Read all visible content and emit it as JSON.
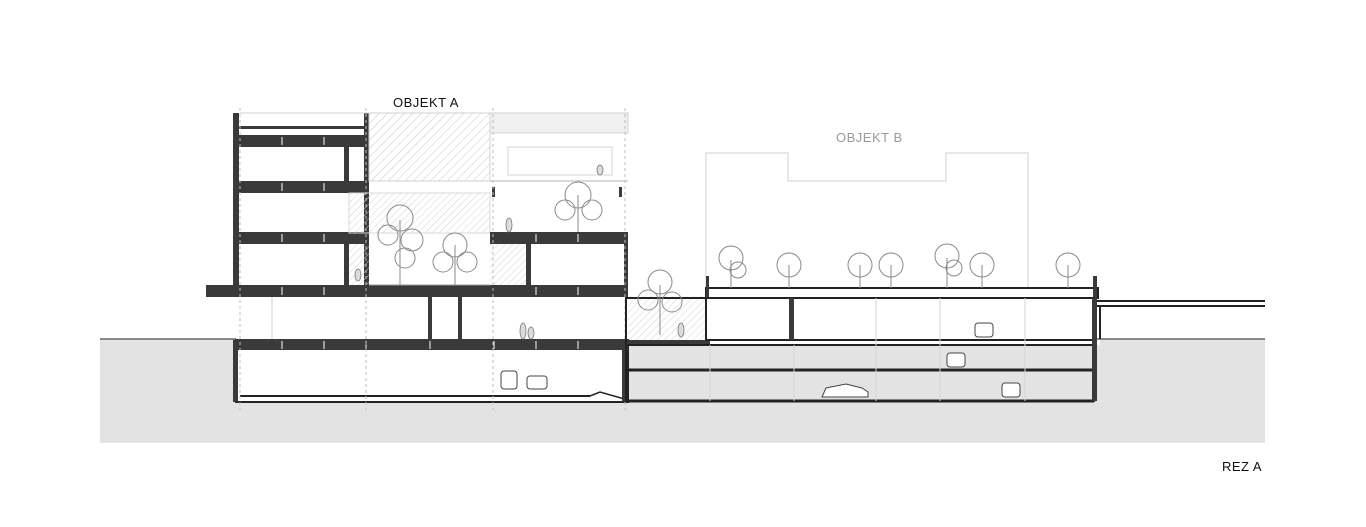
{
  "labels": {
    "objekt_a": "OBJEKT A",
    "objekt_b": "OBJEKT B",
    "section": "REZ A"
  },
  "colors": {
    "ground": "#e3e3e3",
    "slab": "#3a3a3a",
    "outline": "#222222",
    "light_line": "#c8c8c8",
    "faded_text": "#9a9a9a",
    "vegetation": "#8a8a8a"
  }
}
